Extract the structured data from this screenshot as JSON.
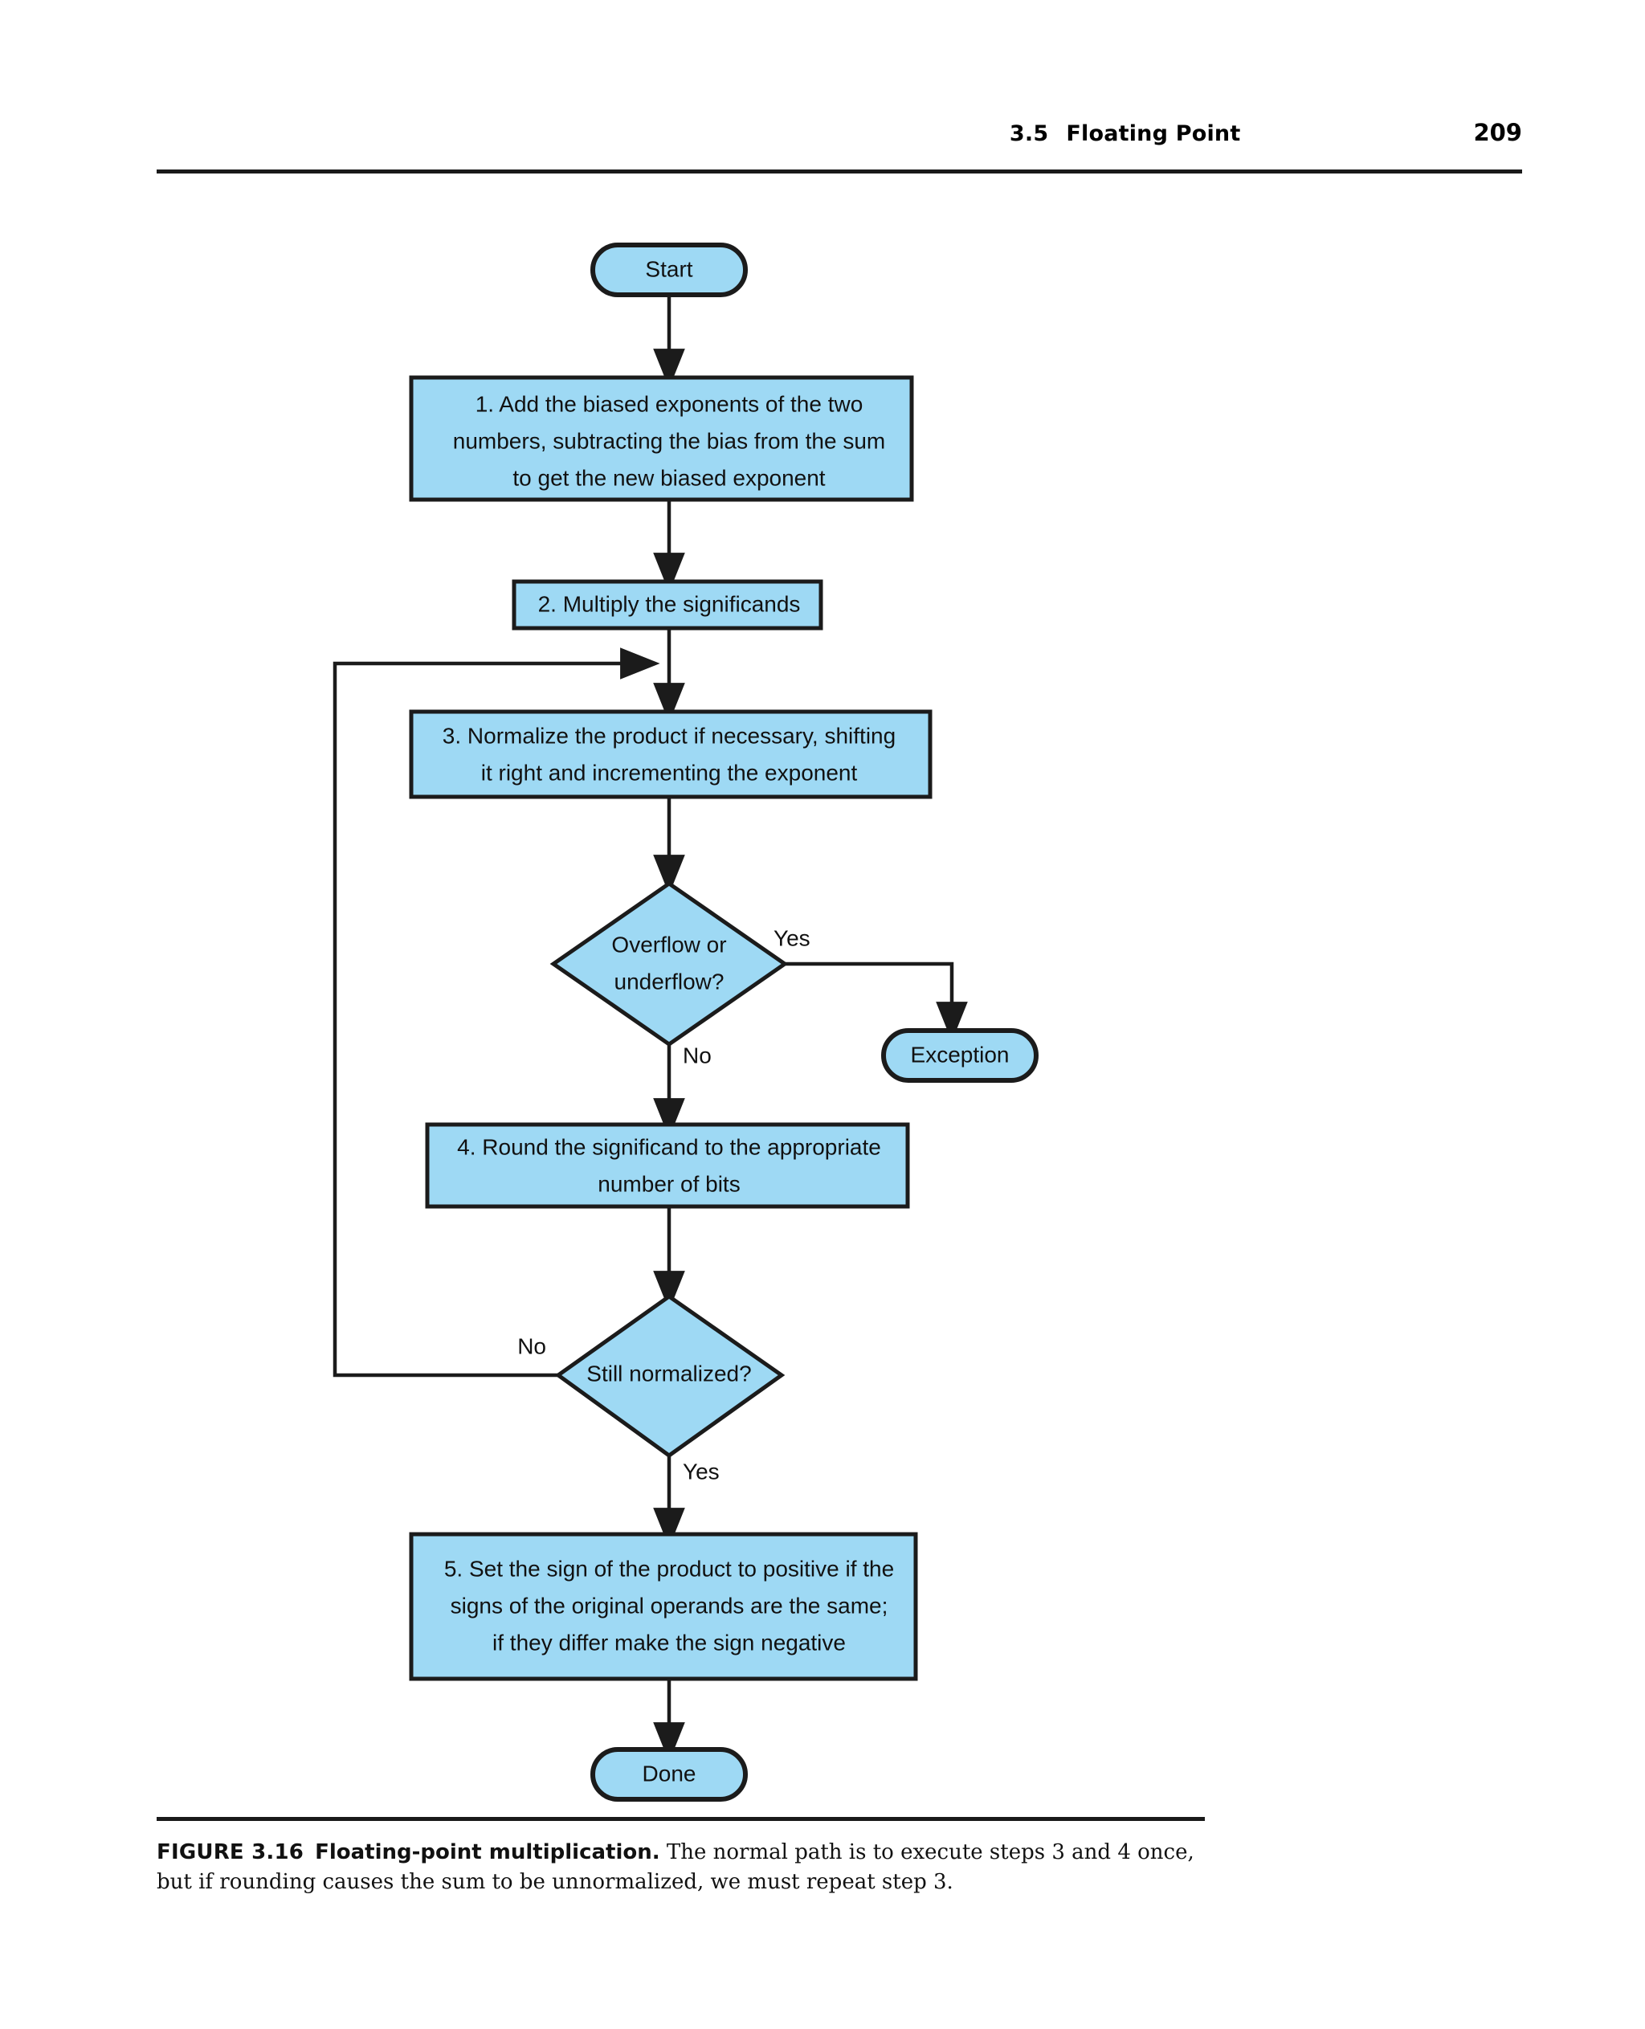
{
  "header": {
    "section_number": "3.5",
    "section_title": "Floating Point",
    "page_number": "209"
  },
  "figure": {
    "nodes": {
      "start": {
        "label": "Start"
      },
      "step1": {
        "line1": "1.  Add the biased exponents of the two",
        "line2": "numbers, subtracting the bias from the sum",
        "line3": "to get the new biased exponent"
      },
      "step2": {
        "line1": "2. Multiply the significands"
      },
      "step3": {
        "line1": "3. Normalize the product if necessary, shifting",
        "line2": "it right and incrementing the exponent"
      },
      "decision1": {
        "line1": "Overflow or",
        "line2": "underflow?"
      },
      "exception": {
        "label": "Exception"
      },
      "step4": {
        "line1": "4. Round the significand to the appropriate",
        "line2": "number of bits"
      },
      "decision2": {
        "line1": "Still normalized?"
      },
      "step5": {
        "line1": "5. Set the sign of the product to positive if the",
        "line2": "signs of the original operands are the same;",
        "line3": "if they differ make the sign negative"
      },
      "done": {
        "label": "Done"
      }
    },
    "edge_labels": {
      "overflow_yes": "Yes",
      "overflow_no": "No",
      "normalized_no": "No",
      "normalized_yes": "Yes"
    },
    "colors": {
      "node_fill": "#9ED9F4",
      "node_stroke": "#1b1b1b",
      "connector": "#1b1b1b"
    }
  },
  "caption": {
    "figure_label": "FIGURE 3.16",
    "title": "Floating-point multiplication.",
    "body": "The normal path is to execute steps 3 and 4 once, but if rounding causes the sum to be unnormalized, we must repeat step 3."
  }
}
